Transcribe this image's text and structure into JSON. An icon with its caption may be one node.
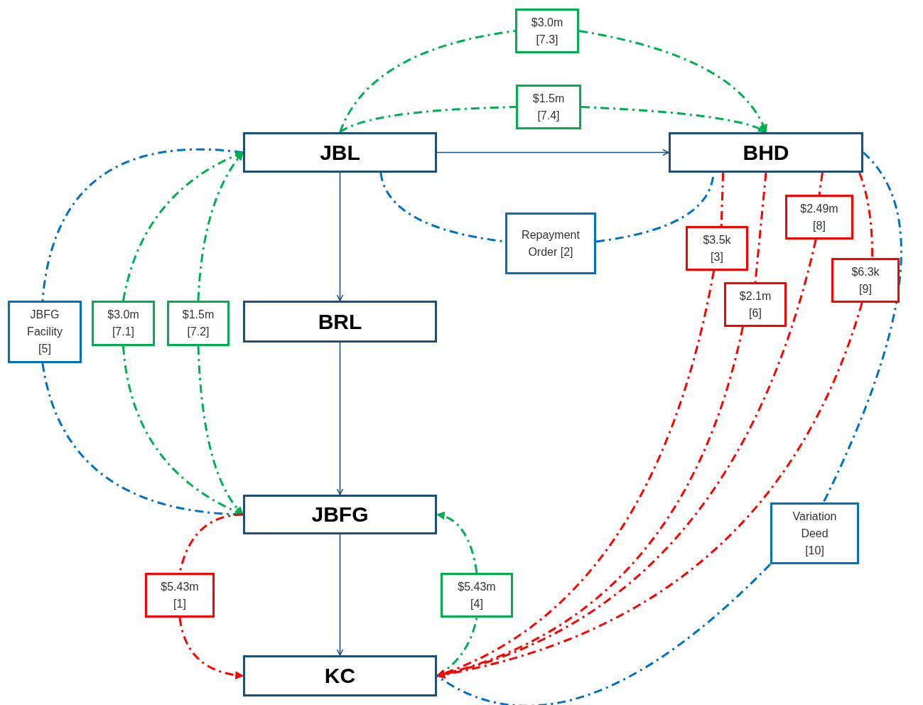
{
  "diagram": {
    "nodes": [
      {
        "text": [
          "JBL"
        ]
      },
      {
        "text": [
          "BHD"
        ]
      },
      {
        "text": [
          "BRL"
        ]
      },
      {
        "text": [
          "JBFG"
        ]
      },
      {
        "text": [
          "KC"
        ]
      },
      {
        "text": [
          "$3.0m [7.3]"
        ]
      },
      {
        "text": [
          "$1.5m [7.4]"
        ]
      },
      {
        "text": [
          "Repayment Order [2]"
        ]
      },
      {
        "text": [
          "$3.5k [3]"
        ]
      },
      {
        "text": [
          "$2.49m [8]"
        ]
      },
      {
        "text": [
          "$2.1m [6]"
        ]
      },
      {
        "text": [
          "$6.3k [9]"
        ]
      },
      {
        "text": [
          "JBFG Facility [5]"
        ]
      },
      {
        "text": [
          "$3.0m [7.1]"
        ]
      },
      {
        "text": [
          "$1.5m [7.2]"
        ]
      },
      {
        "text": [
          "Variation Deed [10]"
        ]
      },
      {
        "text": [
          "$5.43m [1]"
        ]
      },
      {
        "text": [
          "$5.43m [4]"
        ]
      }
    ],
    "edges": [
      {
        "from": 0,
        "to": 1,
        "arrow": "to",
        "color": "#1f4e79"
      },
      {
        "from": 0,
        "to": 2,
        "arrow": "to",
        "color": "#1f4e79"
      },
      {
        "from": 2,
        "to": 3,
        "arrow": "to",
        "color": "#1f4e79"
      },
      {
        "from": 3,
        "to": 4,
        "arrow": "to",
        "color": "#1f4e79"
      },
      {
        "from": 0,
        "to": 5,
        "arrow": "none",
        "style": "dashed",
        "color": "#00b050"
      },
      {
        "from": 5,
        "to": 1,
        "arrow": "to",
        "style": "dashed",
        "color": "#00b050"
      },
      {
        "from": 0,
        "to": 6,
        "arrow": "none",
        "style": "dashed",
        "color": "#00b050"
      },
      {
        "from": 6,
        "to": 1,
        "arrow": "to",
        "style": "dashed",
        "color": "#00b050"
      },
      {
        "from": 0,
        "to": 7,
        "arrow": "none",
        "style": "dashed",
        "color": "#0070c0"
      },
      {
        "from": 7,
        "to": 1,
        "arrow": "none",
        "style": "dashed",
        "color": "#0070c0"
      },
      {
        "from": 0,
        "to": 12,
        "arrow": "none",
        "style": "dashed",
        "color": "#0070c0"
      },
      {
        "from": 12,
        "to": 3,
        "arrow": "none",
        "style": "dashed",
        "color": "#0070c0"
      },
      {
        "from": 13,
        "to": 0,
        "arrow": "to",
        "style": "dashed",
        "color": "#00b050"
      },
      {
        "from": 13,
        "to": 3,
        "arrow": "to",
        "style": "dashed",
        "color": "#00b050"
      },
      {
        "from": 14,
        "to": 0,
        "arrow": "to",
        "style": "dashed",
        "color": "#00b050"
      },
      {
        "from": 14,
        "to": 3,
        "arrow": "to",
        "style": "dashed",
        "color": "#00b050"
      },
      {
        "from": 3,
        "to": 16,
        "arrow": "none",
        "style": "dashed",
        "color": "#ff0000"
      },
      {
        "from": 16,
        "to": 4,
        "arrow": "to",
        "style": "dashed",
        "color": "#ff0000"
      },
      {
        "from": 4,
        "to": 17,
        "arrow": "none",
        "style": "dashed",
        "color": "#00b050"
      },
      {
        "from": 17,
        "to": 3,
        "arrow": "to",
        "style": "dashed",
        "color": "#00b050"
      },
      {
        "from": 1,
        "to": 8,
        "arrow": "none",
        "style": "dashed",
        "color": "#ff0000"
      },
      {
        "from": 8,
        "to": 4,
        "arrow": "to",
        "style": "dashed",
        "color": "#ff0000"
      },
      {
        "from": 1,
        "to": 10,
        "arrow": "none",
        "style": "dashed",
        "color": "#ff0000"
      },
      {
        "from": 10,
        "to": 4,
        "arrow": "to",
        "style": "dashed",
        "color": "#ff0000"
      },
      {
        "from": 1,
        "to": 9,
        "arrow": "none",
        "style": "dashed",
        "color": "#ff0000"
      },
      {
        "from": 9,
        "to": 4,
        "arrow": "to",
        "style": "dashed",
        "color": "#ff0000"
      },
      {
        "from": 1,
        "to": 11,
        "arrow": "none",
        "style": "dashed",
        "color": "#ff0000"
      },
      {
        "from": 11,
        "to": 4,
        "arrow": "to",
        "style": "dashed",
        "color": "#ff0000"
      },
      {
        "from": 1,
        "to": 15,
        "arrow": "none",
        "style": "dashed",
        "color": "#0070c0"
      },
      {
        "from": 15,
        "to": 4,
        "arrow": "none",
        "style": "dashed",
        "color": "#0070c0"
      }
    ]
  }
}
